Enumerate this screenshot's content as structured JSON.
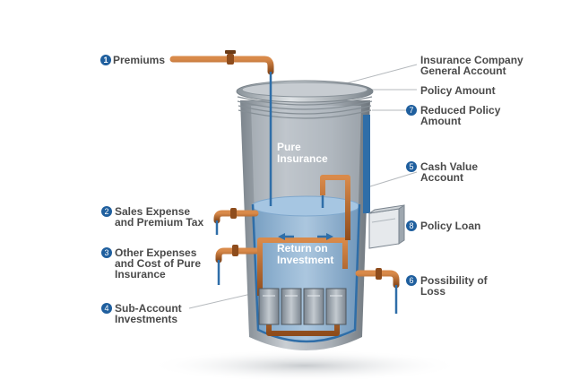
{
  "labels": {
    "premiums": {
      "num": "1",
      "text": "Premiums"
    },
    "sales_expense": {
      "num": "2",
      "text": "Sales Expense\nand Premium Tax"
    },
    "other_expenses": {
      "num": "3",
      "text": "Other Expenses\nand Cost of Pure\nInsurance"
    },
    "sub_account": {
      "num": "4",
      "text": "Sub-Account\nInvestments"
    },
    "general_account": {
      "text": "Insurance Company\nGeneral Account"
    },
    "policy_amount": {
      "text": "Policy Amount"
    },
    "reduced_policy": {
      "num": "7",
      "text": "Reduced Policy\nAmount"
    },
    "cash_value": {
      "num": "5",
      "text": "Cash Value\nAccount"
    },
    "policy_loan": {
      "num": "8",
      "text": "Policy Loan"
    },
    "possibility_loss": {
      "num": "6",
      "text": "Possibility of\nLoss"
    },
    "pure_insurance": {
      "text": "Pure\nInsurance"
    },
    "return_on_investment": {
      "text": "Return on\nInvestment"
    }
  },
  "colors": {
    "badge": "#1f5f9e",
    "pipe": "#b86a2e",
    "water": "#8fb6d8",
    "tank": "#9aa3ab"
  }
}
